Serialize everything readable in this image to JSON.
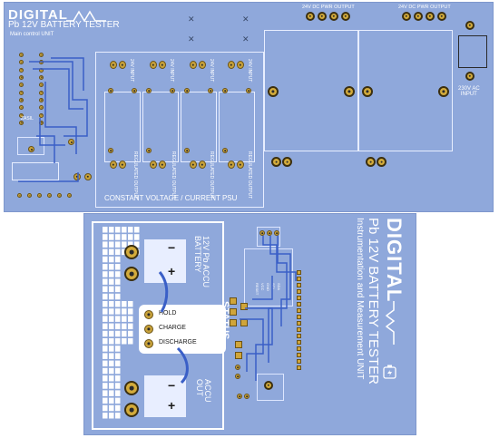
{
  "top_board": {
    "title_line1": "DIGITAL",
    "title_line2": "Pb 12V BATTERY TESTER",
    "title_line3": "Main control UNIT",
    "pwr_output_left": "24V DC PWR OUTPUT",
    "pwr_output_right": "24V DC PWR OUTPUT",
    "ac_input": "230V AC\nINPUT",
    "psu_label": "CONSTANT VOLTAGE / CURRENT PSU",
    "module_input_label": "24V INPUT",
    "module_output_label": "REGULATED OUTPUT",
    "small_label": "ZASIL",
    "colors": {
      "board": "#8fa8db",
      "trace": "#3a5fc7",
      "pad": "#c8a23a"
    }
  },
  "bottom_board": {
    "title_line1": "DIGITAL",
    "title_line2": "Pb 12V BATTERY TESTER",
    "title_line3": "Instrumentation and Measurement UNIT",
    "battery_label": "12V Pb ACCU\nBATTERY",
    "status_label": "STATUS",
    "hold_label": "HOLD",
    "charge_label": "CHARGE",
    "discharge_label": "DISCHARGE",
    "accu_out_label": "ACCU\nOUT",
    "minus": "−",
    "plus": "+",
    "small_labels": [
      "RESET",
      "SDA",
      "SCL",
      "GND",
      "VCC"
    ]
  }
}
